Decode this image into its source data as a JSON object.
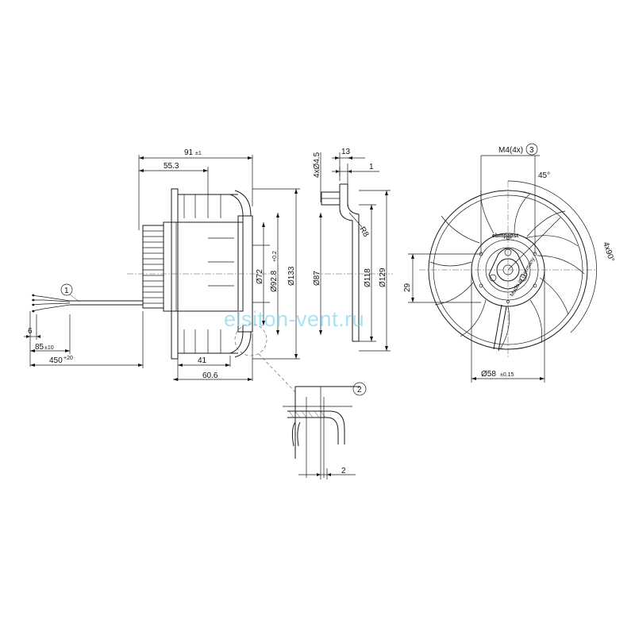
{
  "side_view": {
    "dim_overall_length": "91",
    "dim_overall_length_tol": "±1",
    "dim_55": "55.3",
    "dim_d72": "Ø72",
    "dim_d92": "Ø92.8",
    "dim_d92_tol": "+0.2",
    "dim_d133": "Ø133",
    "dim_41": "41",
    "dim_60": "60.6"
  },
  "cable": {
    "callout": "1",
    "dim_6": "6",
    "dim_85": "85",
    "dim_85_tol": "±10",
    "dim_450": "450",
    "dim_450_tol": "+20"
  },
  "section_view": {
    "dim_13": "13",
    "dim_1": "1",
    "dim_hole": "4xØ4.5",
    "dim_r8": "R8",
    "dim_d87": "Ø87",
    "dim_d118": "Ø118",
    "dim_d129": "Ø129"
  },
  "front_view": {
    "thread_label": "M4(4x)",
    "thread_callout": "3",
    "angle_45": "45°",
    "angle_4x90": "4x90°",
    "dim_29": "29",
    "dim_d58": "Ø58",
    "dim_d58_tol": "±0.15",
    "brand": "ebmpapst",
    "label_small": "Made in Germany"
  },
  "detail": {
    "callout": "2",
    "dim_2": "2"
  },
  "watermark": "elsiton-vent.ru"
}
